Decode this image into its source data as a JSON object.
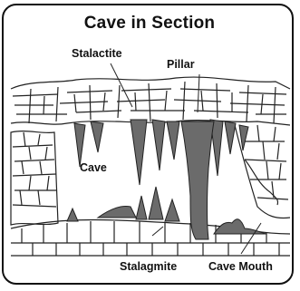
{
  "title": "Cave in Section",
  "labels": {
    "stalactite": "Stalactite",
    "pillar": "Pillar",
    "cave": "Cave",
    "stalagmite": "Stalagmite",
    "cave_mouth": "Cave Mouth"
  },
  "colors": {
    "formation": "#6b6b6b",
    "rock_line": "#222222",
    "frame": "#111111"
  }
}
